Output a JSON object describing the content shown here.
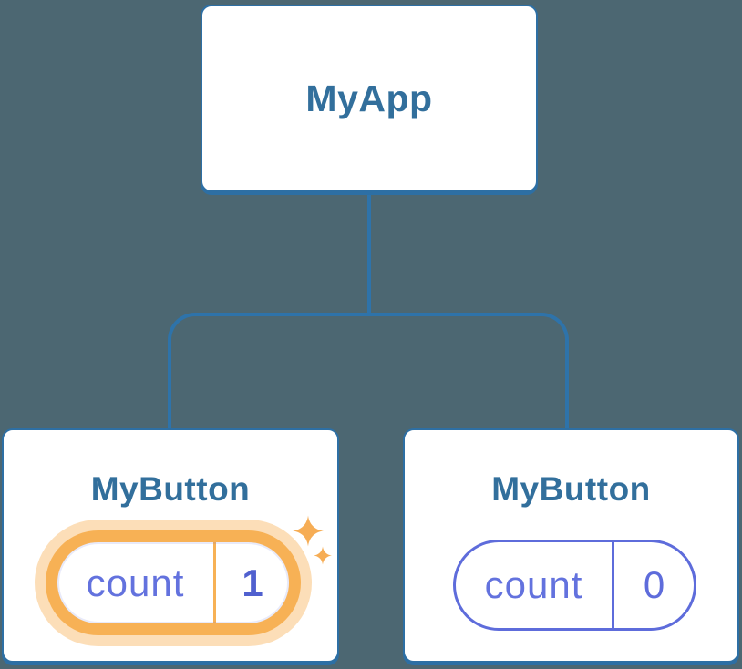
{
  "diagram": {
    "type": "component-tree",
    "root": {
      "label": "MyApp"
    },
    "children": [
      {
        "label": "MyButton",
        "state": {
          "key": "count",
          "value": "1"
        },
        "highlighted": true,
        "decoration": "sparkles-icon"
      },
      {
        "label": "MyButton",
        "state": {
          "key": "count",
          "value": "0"
        },
        "highlighted": false
      }
    ]
  },
  "colors": {
    "background": "#4c6772",
    "connector_blue": "#2e73aa",
    "node_border_blue": "#2d6fa4",
    "node_title_blue": "#326f9c",
    "card_background": "#ffffff",
    "state_key_purple": "#6372de",
    "state_pill_purple": "#5e6cdb",
    "highlight_value_purple": "#5060cf",
    "highlight_orange": "#f7b155",
    "highlight_halo_orange": "rgba(247,177,85,0.42)",
    "sparkle_orange": "#f6ad55"
  }
}
